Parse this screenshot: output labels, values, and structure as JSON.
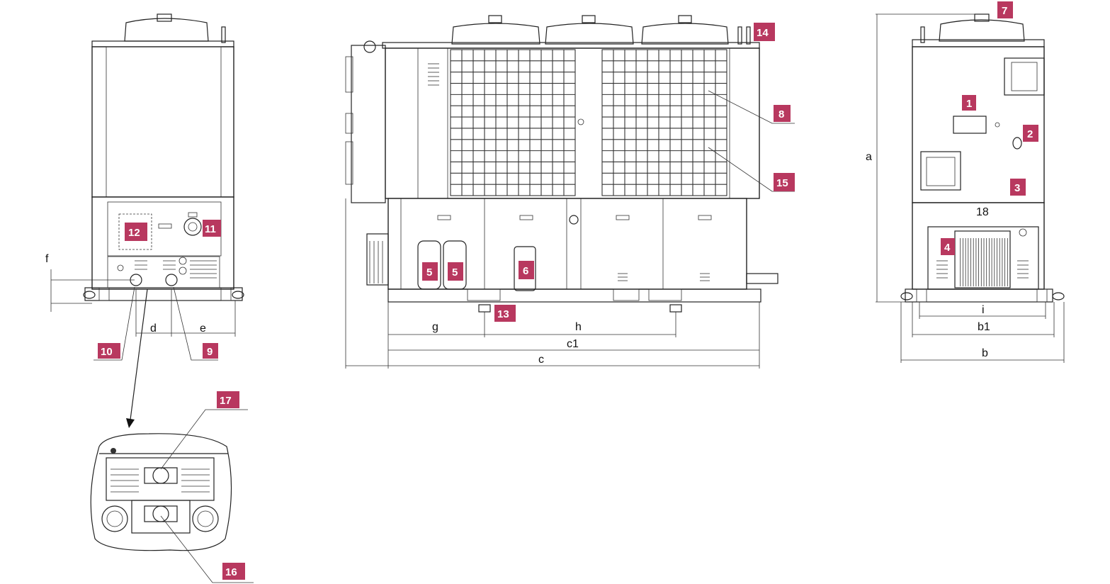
{
  "dimensions": {
    "a": "a",
    "b": "b",
    "b1": "b1",
    "c": "c",
    "c1": "c1",
    "d": "d",
    "e": "e",
    "f": "f",
    "g": "g",
    "h": "h",
    "i": "i"
  },
  "callouts": {
    "c1": "1",
    "c2": "2",
    "c3": "3",
    "c4": "4",
    "c5": "5",
    "c6": "6",
    "c7": "7",
    "c8": "8",
    "c9": "9",
    "c10": "10",
    "c11": "11",
    "c12": "12",
    "c13": "13",
    "c14": "14",
    "c15": "15",
    "c16": "16",
    "c17": "17",
    "c18": "18"
  },
  "colors": {
    "badge": "#b8385f",
    "line": "#222222"
  }
}
